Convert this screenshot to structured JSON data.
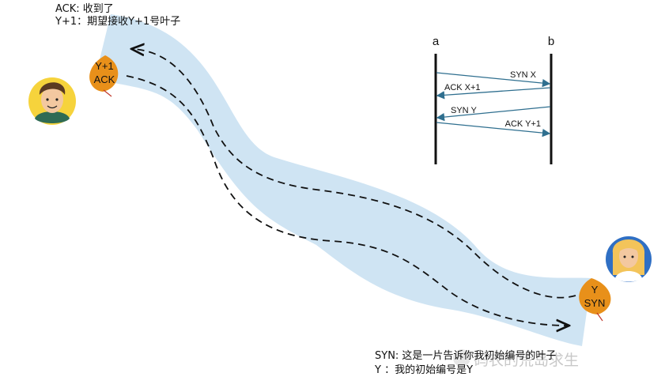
{
  "legend_top": {
    "line1": "ACK: 收到了",
    "line2": "Y+1：期望接收Y+1号叶子"
  },
  "legend_bottom": {
    "line1": "SYN: 这是一片告诉你我初始编号的叶子",
    "line2": "Y   ：我的初始编号是Y"
  },
  "leaf_left": {
    "line1": "Y+1",
    "line2": "ACK",
    "color": "#e8901a"
  },
  "leaf_right": {
    "line1": "Y",
    "line2": "SYN",
    "color": "#e8901a"
  },
  "sequence": {
    "endpoint_a": "a",
    "endpoint_b": "b",
    "messages": [
      {
        "label": "SYN X",
        "direction": "a-to-b"
      },
      {
        "label": "ACK X+1",
        "direction": "b-to-a"
      },
      {
        "label": "SYN Y",
        "direction": "b-to-a"
      },
      {
        "label": "ACK Y+1",
        "direction": "a-to-b"
      }
    ],
    "arrow_color": "#2f6f8f"
  },
  "river_color": "#cfe4f3",
  "watermark": "码农的荒岛求生"
}
